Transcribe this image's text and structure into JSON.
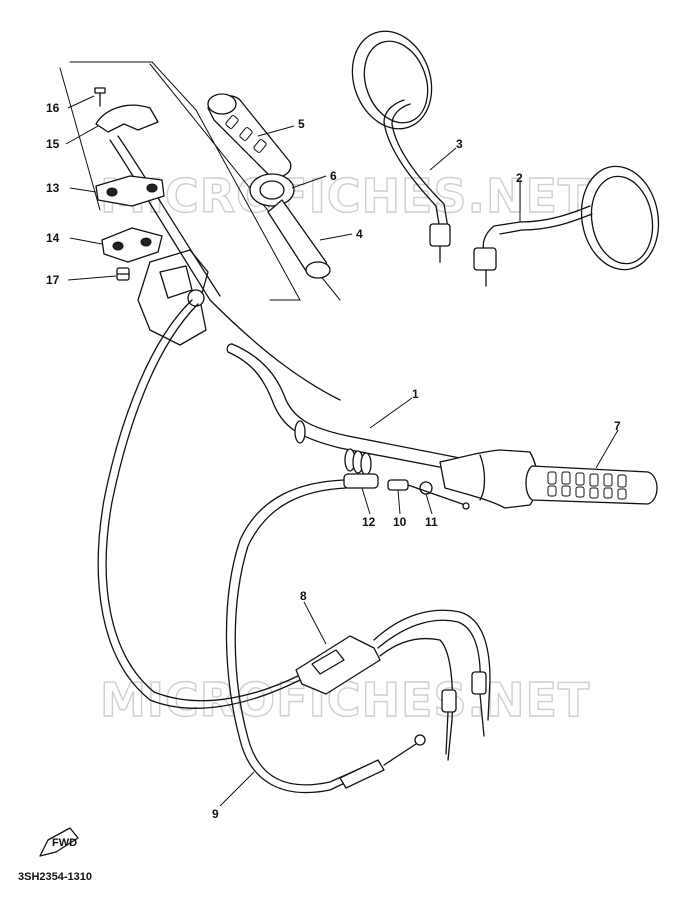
{
  "watermark": "MICROFICHES.NET",
  "diagram_code": "3SH2354-1310",
  "fwd_label": "FWD",
  "callouts": {
    "c1": "1",
    "c2": "2",
    "c3": "3",
    "c4": "4",
    "c5": "5",
    "c6": "6",
    "c7": "7",
    "c8": "8",
    "c9": "9",
    "c10": "10",
    "c11": "11",
    "c12": "12",
    "c13": "13",
    "c14": "14",
    "c15": "15",
    "c16": "16",
    "c17": "17"
  }
}
